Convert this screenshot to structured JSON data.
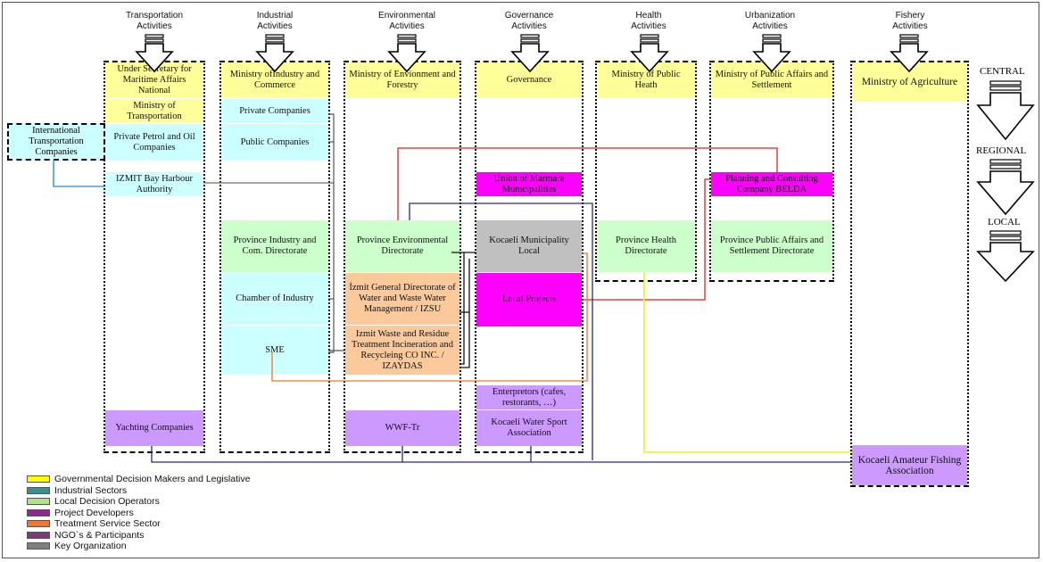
{
  "columns": [
    {
      "id": "transport",
      "header": "Transportation\nActivities"
    },
    {
      "id": "industrial",
      "header": "Industrial\nActivities"
    },
    {
      "id": "environmental",
      "header": "Environmental\nActivities"
    },
    {
      "id": "governance",
      "header": "Governance\nActivities"
    },
    {
      "id": "health",
      "header": "Health\nActivities"
    },
    {
      "id": "urbanization",
      "header": "Urbanization\nActivities"
    },
    {
      "id": "fishery",
      "header": "Fishery\nActivities"
    }
  ],
  "boxes": {
    "under_secretary": "Under Secretary for Maritime Affairs National",
    "ministry_transportation": "Ministry of Transportation",
    "private_petrol": "Private Petrol and Oil Companies",
    "izmit_harbour": "IZMIT Bay Harbour Authority",
    "yachting": "Yachting Companies",
    "ministry_industry": "Ministry ofIndustry and Commerce",
    "private_companies": "Private Companies",
    "public_companies": "Public Companies",
    "province_industry": "Province Industry and Com. Directorate",
    "chamber_industry": "Chamber of Industry",
    "sme": "SME",
    "ministry_environment": "Ministry of Envionment and Forestry",
    "province_environmental": "Province Environmental Directorate",
    "izsu": "İzmit General Directorate of Water and Waste Water Management  / IZSU",
    "izaydas": "Izmit Waste and Residue Treatment Incineration and Recycleing CO INC. / IZAYDAS",
    "wwf": "WWF-Tr",
    "governance": "Governance",
    "union_marmara": "Union of Marmara Municipalities",
    "kocaeli_municipality": "Kocaeli Municipality Local",
    "local_projects": "Local Projects",
    "enterpretors": "Enterpretors (cafes, restorants, …)",
    "water_sport": "Kocaeli Water Sport Association",
    "ministry_health": "Ministry of Public Heath",
    "province_health": "Province Health Directorate",
    "ministry_urban": "Ministry of  Public Affairs and Settlement",
    "planning_belda": "Planning and Consulting Company BELDA",
    "province_urban": "Province Public Affairs and Settlement Directorate",
    "ministry_agriculture": "Ministry of Agriculture",
    "fishing_association": "Kocaeli Amateur Fishing Association",
    "intl_transport": "International Transportation Companies"
  },
  "levels": {
    "central": "CENTRAL",
    "regional": "REGIONAL",
    "local": "LOCAL"
  },
  "legend": [
    {
      "label": "Governmental Decision Makers and Legislative",
      "color": "#ffff00"
    },
    {
      "label": "Industrial Sectors",
      "color": "#3a8f8f"
    },
    {
      "label": "Local Decision Operators",
      "color": "#b5e08a"
    },
    {
      "label": "Project Developers",
      "color": "#8e2a8e"
    },
    {
      "label": "Treatment Service Sector",
      "color": "#ee7733"
    },
    {
      "label": "NGO`s & Participants",
      "color": "#7a3a7a"
    },
    {
      "label": "Key Organization",
      "color": "#808080"
    }
  ]
}
